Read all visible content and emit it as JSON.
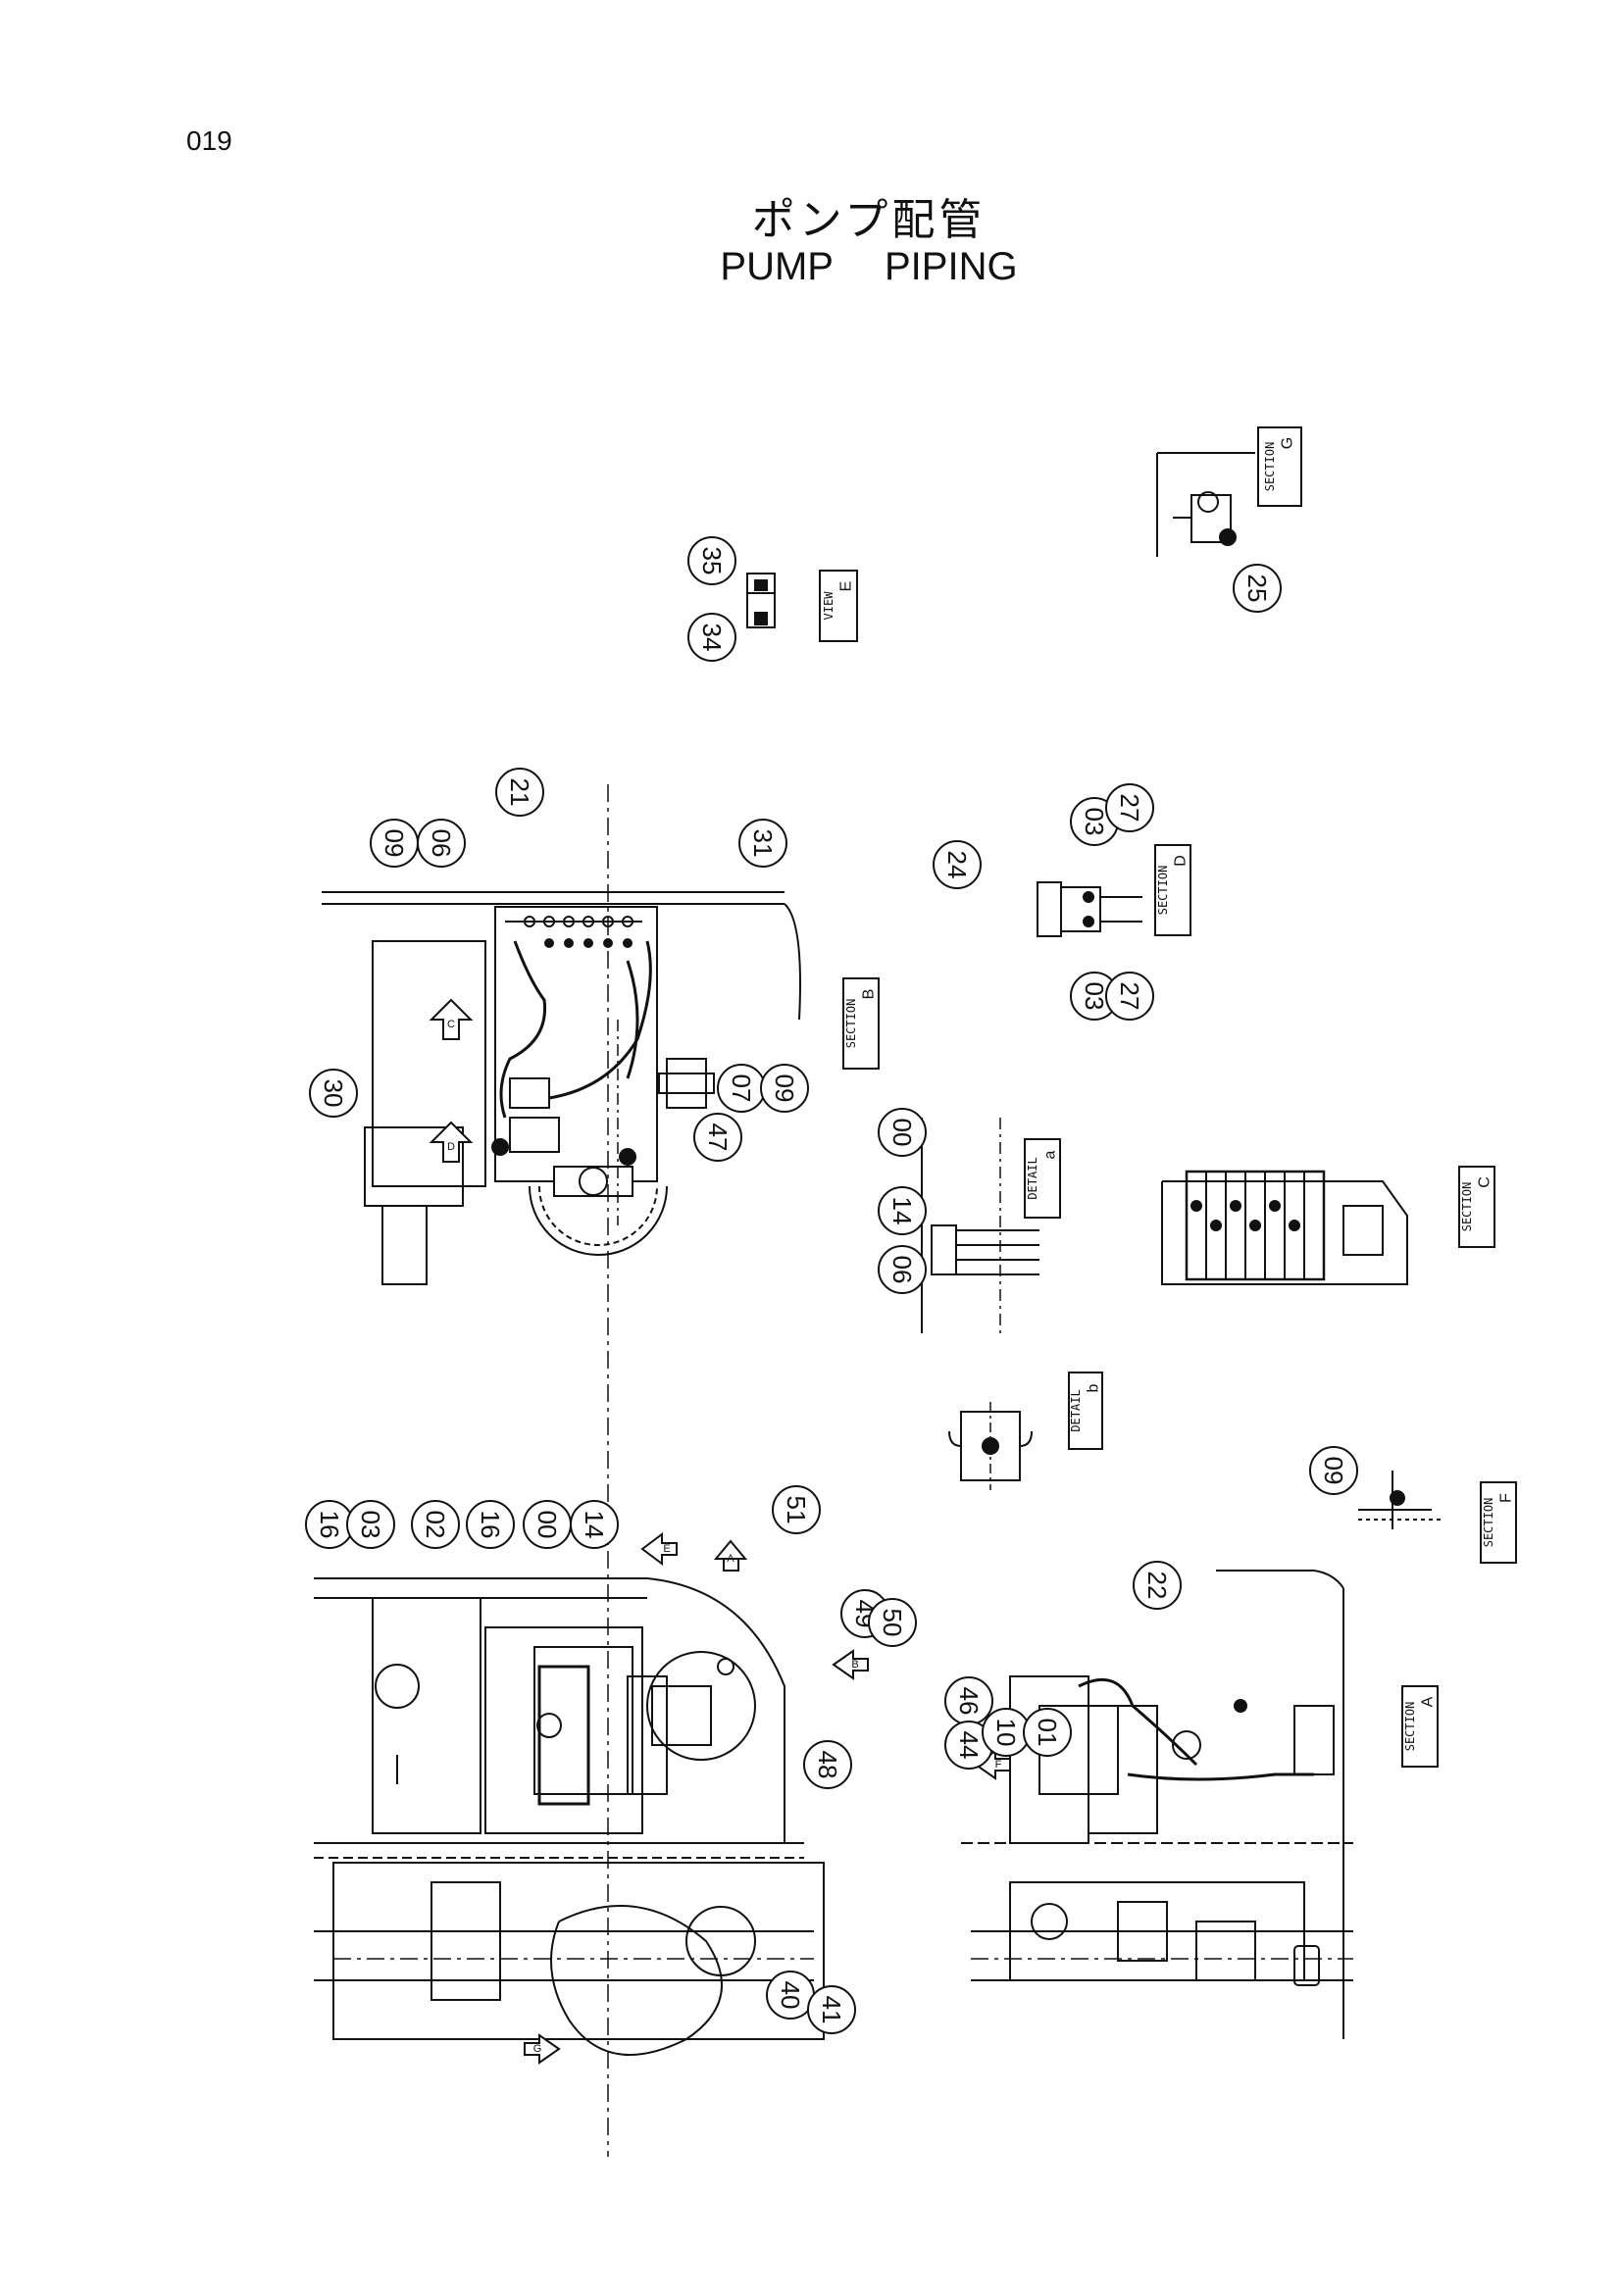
{
  "page": {
    "number": "019",
    "title_jp": "ポンプ配管",
    "title_en_1": "PUMP",
    "title_en_2": "PIPING"
  },
  "views": [
    {
      "id": "view-e",
      "caption": "VIEW",
      "letter": "E"
    },
    {
      "id": "section-g",
      "caption": "SECTION",
      "letter": "G"
    },
    {
      "id": "section-d",
      "caption": "SECTION",
      "letter": "D"
    },
    {
      "id": "section-b",
      "caption": "SECTION",
      "letter": "B"
    },
    {
      "id": "detail-a",
      "caption": "DETAIL",
      "letter": "a"
    },
    {
      "id": "section-c",
      "caption": "SECTION",
      "letter": "C"
    },
    {
      "id": "detail-b",
      "caption": "DETAIL",
      "letter": "b"
    },
    {
      "id": "section-f",
      "caption": "SECTION",
      "letter": "F"
    },
    {
      "id": "section-a",
      "caption": "SECTION",
      "letter": "A"
    }
  ],
  "arrows": [
    "C",
    "D",
    "E",
    "A",
    "B",
    "F",
    "G"
  ],
  "callouts": [
    {
      "group": "view-e",
      "label": "35"
    },
    {
      "group": "view-e",
      "label": "34"
    },
    {
      "group": "section-g",
      "label": "25"
    },
    {
      "group": "section-b",
      "label": "09"
    },
    {
      "group": "section-b",
      "label": "06"
    },
    {
      "group": "section-b",
      "label": "21"
    },
    {
      "group": "section-b",
      "label": "31"
    },
    {
      "group": "section-b",
      "label": "30"
    },
    {
      "group": "section-b",
      "label": "07"
    },
    {
      "group": "section-b",
      "label": "09"
    },
    {
      "group": "section-b",
      "label": "47"
    },
    {
      "group": "section-d",
      "label": "24"
    },
    {
      "group": "section-d",
      "label": "03"
    },
    {
      "group": "section-d",
      "label": "27"
    },
    {
      "group": "section-d",
      "label": "03"
    },
    {
      "group": "section-d",
      "label": "27"
    },
    {
      "group": "detail-a",
      "label": "00"
    },
    {
      "group": "detail-a",
      "label": "14"
    },
    {
      "group": "detail-a",
      "label": "06"
    },
    {
      "group": "section-f",
      "label": "09"
    },
    {
      "group": "main",
      "label": "16"
    },
    {
      "group": "main",
      "label": "03"
    },
    {
      "group": "main",
      "label": "02"
    },
    {
      "group": "main",
      "label": "16"
    },
    {
      "group": "main",
      "label": "00"
    },
    {
      "group": "main",
      "label": "14"
    },
    {
      "group": "main",
      "label": "51"
    },
    {
      "group": "main",
      "label": "49"
    },
    {
      "group": "main",
      "label": "50"
    },
    {
      "group": "main",
      "label": "46"
    },
    {
      "group": "main",
      "label": "44"
    },
    {
      "group": "main",
      "label": "48"
    },
    {
      "group": "main",
      "label": "40"
    },
    {
      "group": "main",
      "label": "41"
    },
    {
      "group": "section-a",
      "label": "22"
    },
    {
      "group": "section-a",
      "label": "10"
    },
    {
      "group": "section-a",
      "label": "01"
    }
  ]
}
